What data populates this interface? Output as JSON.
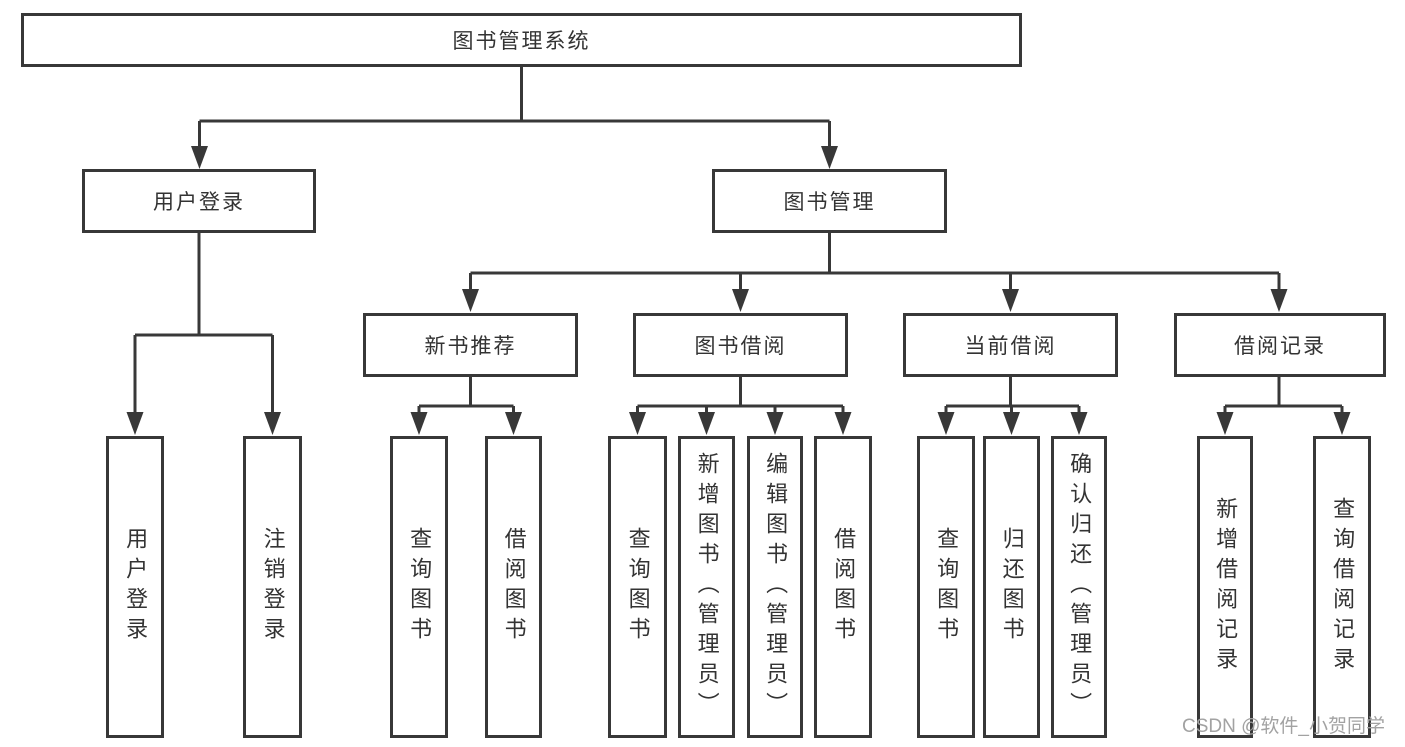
{
  "diagram_type": "functional-decomposition-tree",
  "tree": {
    "label": "图书管理系统",
    "children": [
      {
        "label": "用户登录",
        "children": [
          {
            "label": "用户登录"
          },
          {
            "label": "注销登录"
          }
        ]
      },
      {
        "label": "图书管理",
        "children": [
          {
            "label": "新书推荐",
            "children": [
              {
                "label": "查询图书"
              },
              {
                "label": "借阅图书"
              }
            ]
          },
          {
            "label": "图书借阅",
            "children": [
              {
                "label": "查询图书"
              },
              {
                "label": "新增图书（管理员）"
              },
              {
                "label": "编辑图书（管理员）"
              },
              {
                "label": "借阅图书"
              }
            ]
          },
          {
            "label": "当前借阅",
            "children": [
              {
                "label": "查询图书"
              },
              {
                "label": "归还图书"
              },
              {
                "label": "确认归还（管理员）"
              }
            ]
          },
          {
            "label": "借阅记录",
            "children": [
              {
                "label": "新增借阅记录"
              },
              {
                "label": "查询借阅记录"
              }
            ]
          }
        ]
      }
    ]
  },
  "watermark": {
    "text": "CSDN @软件_小贺同学"
  },
  "colors": {
    "line": "#383838",
    "border": "#383838",
    "text": "#333333",
    "watermark": "#a2a2a2",
    "background": "#ffffff"
  }
}
